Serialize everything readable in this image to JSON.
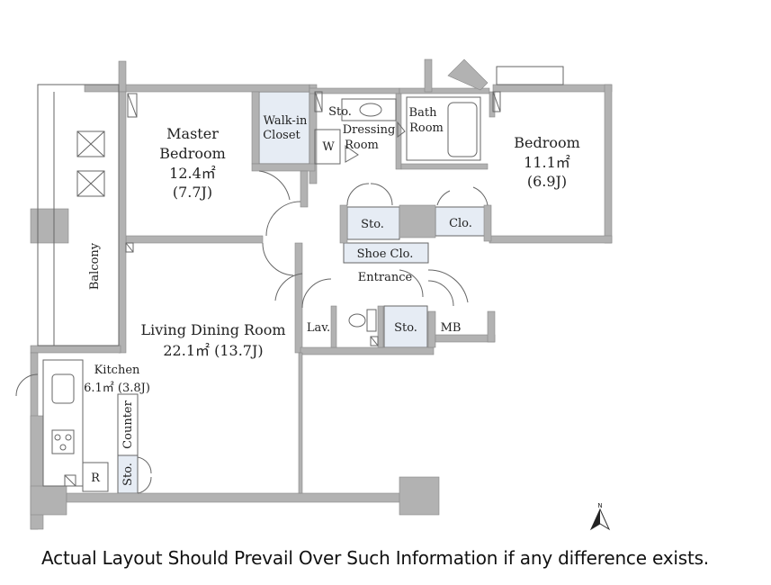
{
  "floorplan": {
    "rooms": {
      "master_bedroom": {
        "name_line1": "Master",
        "name_line2": "Bedroom",
        "area": "12.4㎡",
        "tatami": "(7.7J)"
      },
      "walk_in_closet": {
        "line1": "Walk-in",
        "line2": "Closet"
      },
      "storage_top": "Sto.",
      "dressing_room": {
        "line1": "Dressing",
        "line2": "Room"
      },
      "w_label": "W",
      "bath_room": {
        "line1": "Bath",
        "line2": "Room"
      },
      "bedroom": {
        "name": "Bedroom",
        "area": "11.1㎡",
        "tatami": "(6.9J)"
      },
      "storage_hall": "Sto.",
      "closet": "Clo.",
      "shoe_closet": "Shoe Clo.",
      "entrance": "Entrance",
      "lavatory": "Lav.",
      "storage_entrance": "Sto.",
      "mb": "MB",
      "balcony": "Balcony",
      "living_dining": {
        "name": "Living Dining Room",
        "area": "22.1㎡ (13.7J)"
      },
      "kitchen": {
        "name": "Kitchen",
        "area": "6.1㎡ (3.8J)"
      },
      "counter": "Counter",
      "storage_kitchen": "Sto.",
      "refrigerator": "R"
    },
    "compass": {
      "icon": "north-arrow-icon",
      "label": "N"
    },
    "colors": {
      "wall": "#b2b2b2",
      "storage_fill": "#e6ecf4",
      "line": "#555555"
    }
  },
  "disclaimer": "Actual Layout Should Prevail Over Such Information if any difference exists."
}
